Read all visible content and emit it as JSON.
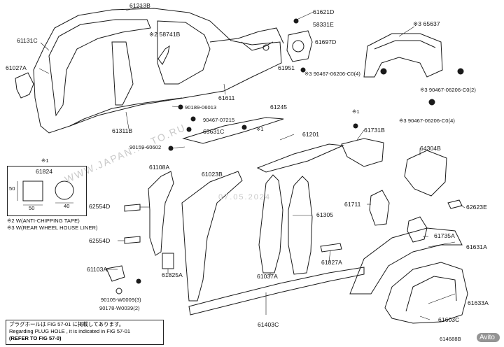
{
  "labels": {
    "l61213B": "61213B",
    "l61131C": "61131C",
    "l61027A": "61027A",
    "l58741B": "※2 58741B",
    "l61311B": "61311B",
    "l61611": "61611",
    "l61621D": "61621D",
    "l58331E": "58331E",
    "l61697D": "61697D",
    "l61951": "61951",
    "l65637": "※3 65637",
    "l90467a": "※3 90467-06206-C0(4)",
    "l90467b": "※3 90467-06206-C0(2)",
    "l90467c": "※3 90467-06206-C0(4)",
    "l90189": "90189-06013",
    "l90467d": "90467-07215",
    "l65631C": "65631C",
    "l61245": "61245",
    "l90159": "90159-60602",
    "lstar1a": "※1",
    "lstar1b": "※1",
    "l61201": "61201",
    "l61731B": "61731B",
    "l61824": "61824",
    "l61108A": "61108A",
    "l61023B": "61023B",
    "l64304B": "64304B",
    "l62554Da": "62554D",
    "l62554Db": "62554D",
    "l61305": "61305",
    "l61711": "61711",
    "l62623E": "62623E",
    "l61735A": "61735A",
    "l61631A": "61631A",
    "l61103A": "61103A",
    "l61825A": "61825A",
    "l61037A": "61037A",
    "l61827A": "61827A",
    "l90105": "90105-W0009(3)",
    "l90178": "90178-W0039(2)",
    "l61403C": "61403C",
    "l61633A": "61633A",
    "l61603C": "61603C",
    "lcode": "614688B"
  },
  "legend": {
    "star1": "※1",
    "part": "61824",
    "dim50a": "50",
    "dim50b": "50",
    "dim40": "40",
    "note2": "※2 W(ANTI-CHIPPING TAPE)",
    "note3": "※3 W(REAR WHEEL HOUSE LINER)"
  },
  "note": {
    "line1": "プラグホールは FIG 57-01 に掲載してあります。",
    "line2": "Regarding  PLUG HOLE , it is indicated in FIG 57-01",
    "line3": "(REFER TO FIG 57-0)"
  },
  "watermark": {
    "text1": "WWW.JAPAN.....TO.RU",
    "date": "07.05.2024",
    "site": "Avito"
  },
  "colors": {
    "ink": "#1a1a1a",
    "watermark": "#c9c9c9"
  }
}
